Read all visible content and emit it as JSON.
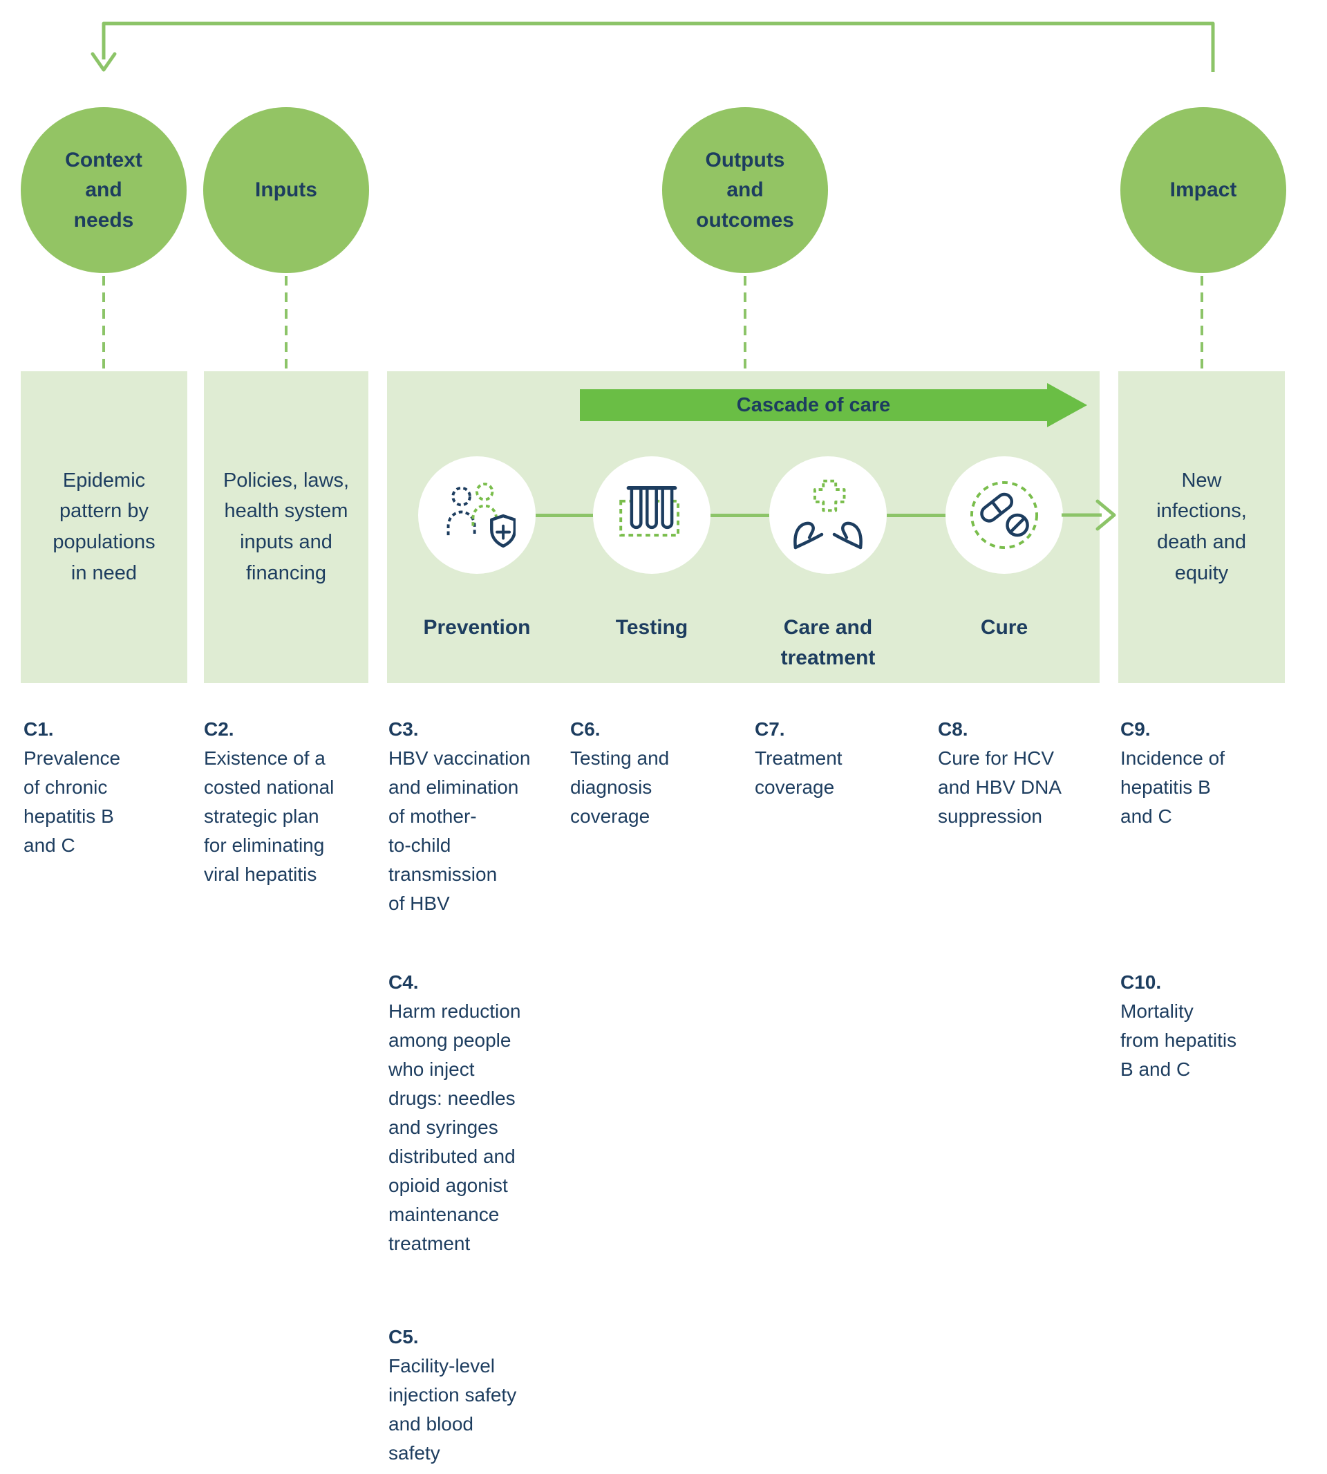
{
  "colors": {
    "stage_circle_green": "#93c464",
    "panel_light_green": "#dfecd3",
    "banner_green": "#6abe45",
    "connector_green": "#8cc468",
    "icon_dash_green": "#79bd4b",
    "text_navy": "#1d3d5f"
  },
  "stages": [
    {
      "label": "Context\nand\nneeds"
    },
    {
      "label": "Inputs"
    },
    {
      "label": "Outputs\nand\noutcomes"
    },
    {
      "label": "Impact"
    }
  ],
  "panels": {
    "context": "Epidemic\npattern by\npopulations\nin need",
    "inputs": "Policies, laws,\nhealth system\ninputs and\nfinancing",
    "impact": "New\ninfections,\ndeath and\nequity"
  },
  "cascade": {
    "banner_label": "Cascade of care",
    "steps": [
      {
        "label": "Prevention",
        "icon": "people-shield-icon"
      },
      {
        "label": "Testing",
        "icon": "test-tubes-icon"
      },
      {
        "label": "Care and\ntreatment",
        "icon": "hands-cross-icon"
      },
      {
        "label": "Cure",
        "icon": "pills-icon"
      }
    ]
  },
  "indicators": [
    {
      "code": "C1.",
      "text": "Prevalence\nof chronic\nhepatitis B\nand C"
    },
    {
      "code": "C2.",
      "text": "Existence of a\ncosted national\nstrategic plan\nfor eliminating\nviral hepatitis"
    },
    {
      "code": "C3.",
      "text": "HBV vaccination\nand elimination\nof mother-\nto-child\ntransmission\nof HBV"
    },
    {
      "code": "C4.",
      "text": "Harm reduction\namong people\nwho inject\ndrugs: needles\nand syringes\ndistributed and\nopioid agonist\nmaintenance\ntreatment"
    },
    {
      "code": "C5.",
      "text": "Facility-level\ninjection safety\nand blood\nsafety"
    },
    {
      "code": "C6.",
      "text": "Testing and\ndiagnosis\ncoverage"
    },
    {
      "code": "C7.",
      "text": "Treatment\ncoverage"
    },
    {
      "code": "C8.",
      "text": "Cure for HCV\nand HBV DNA\nsuppression"
    },
    {
      "code": "C9.",
      "text": "Incidence of\nhepatitis B\nand C"
    },
    {
      "code": "C10.",
      "text": "Mortality\nfrom hepatitis\nB and C"
    }
  ]
}
